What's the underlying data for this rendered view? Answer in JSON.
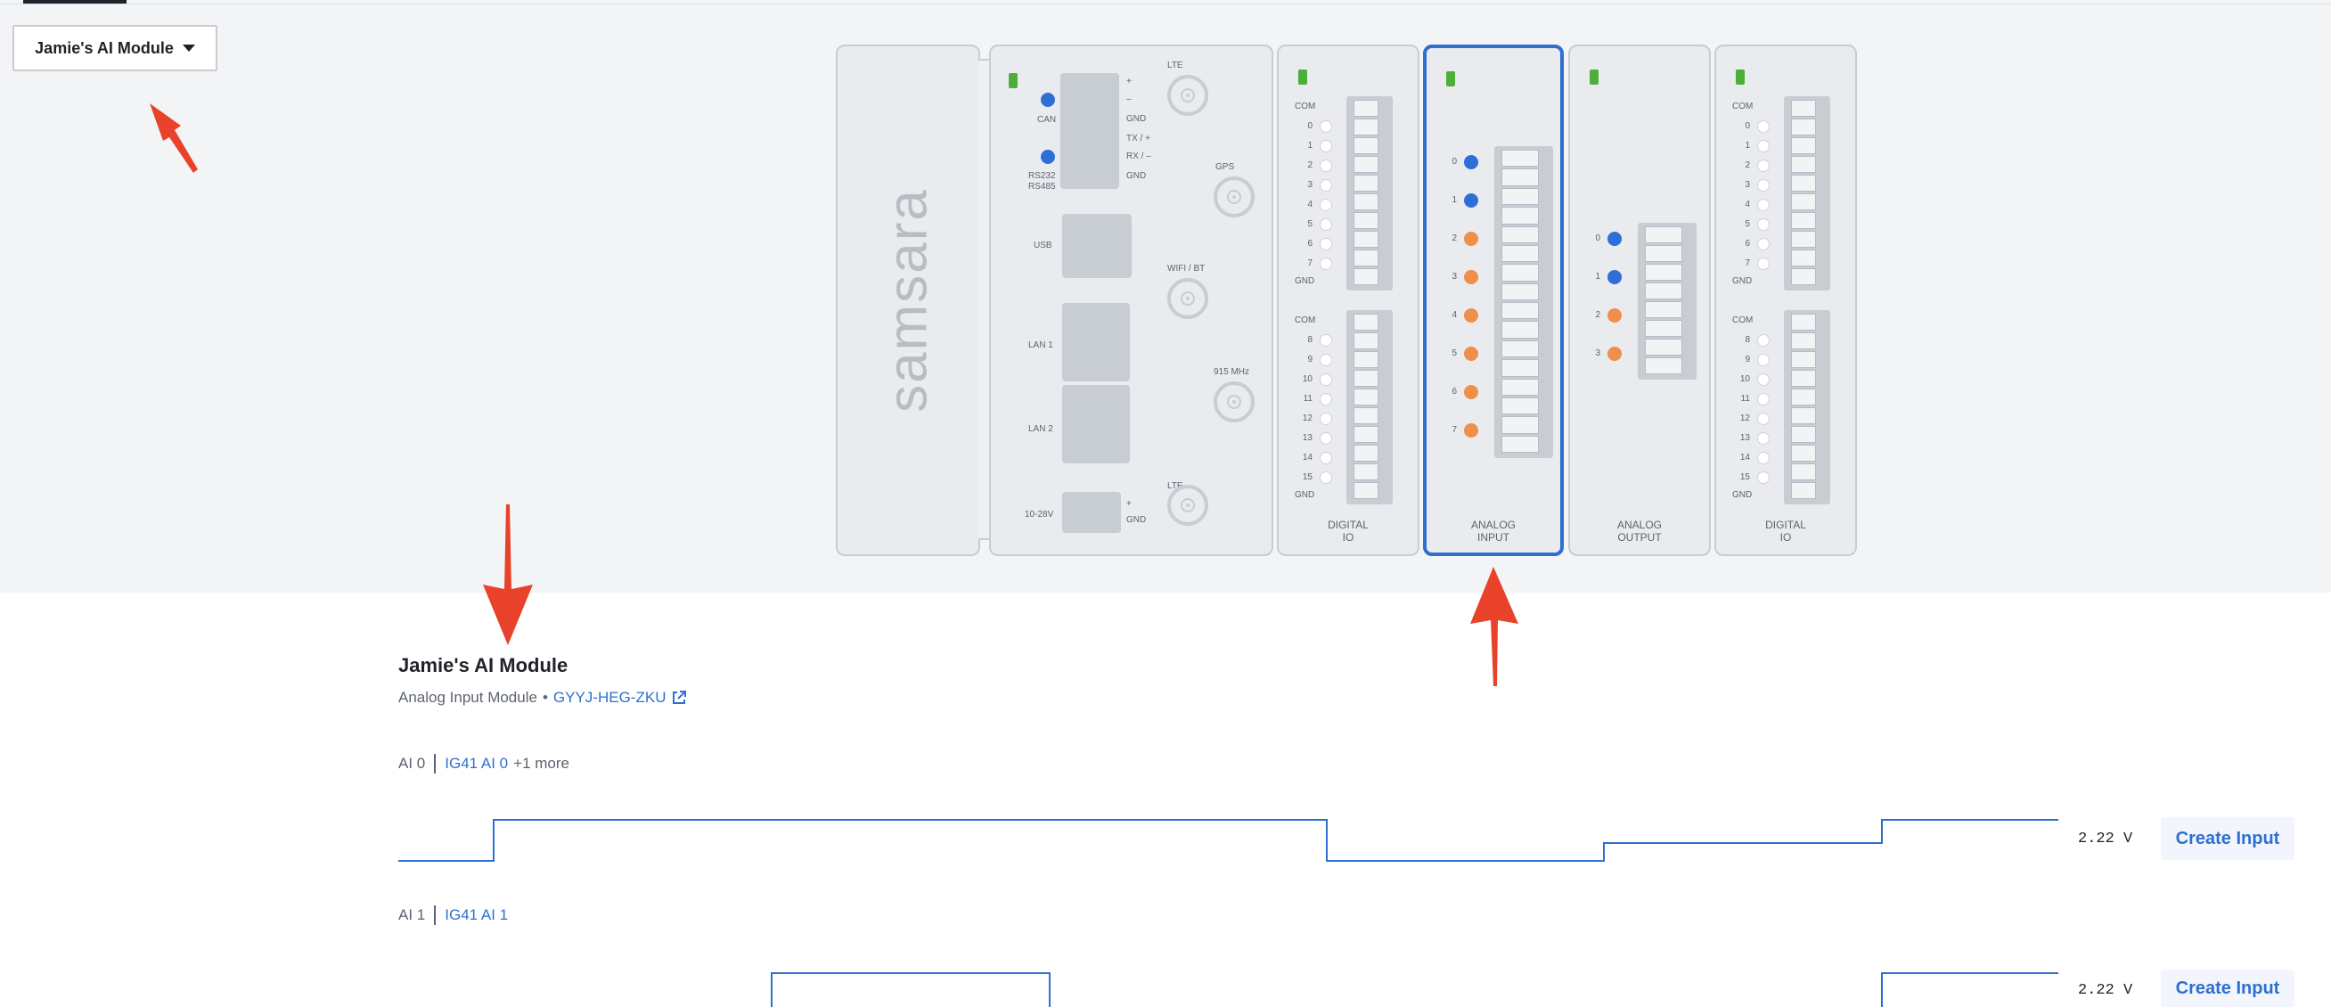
{
  "module_selector": {
    "label": "Jamie's AI Module"
  },
  "device": {
    "brand": "samsara",
    "gateway": {
      "labels": {
        "can": "CAN",
        "rs": "RS232\nRS485",
        "plus": "+",
        "minus": "–",
        "gnd": "GND",
        "tx": "TX / +",
        "rx": "RX / –",
        "usb": "USB",
        "lan1": "LAN 1",
        "lan2": "LAN 2",
        "power": "10-28V",
        "lte_top": "LTE",
        "gps": "GPS",
        "wifi": "WIFI / BT",
        "mhz": "915 MHz",
        "lte_bottom": "LTE"
      }
    },
    "modules": [
      {
        "name": "DIGITAL\nIO",
        "com": "COM",
        "gnd": "GND",
        "upper_pins": [
          "0",
          "1",
          "2",
          "3",
          "4",
          "5",
          "6",
          "7"
        ],
        "lower_pins": [
          "8",
          "9",
          "10",
          "11",
          "12",
          "13",
          "14",
          "15"
        ]
      },
      {
        "name": "ANALOG\nINPUT",
        "selected": true,
        "pins": [
          "0",
          "1",
          "2",
          "3",
          "4",
          "5",
          "6",
          "7"
        ],
        "pin_status": [
          "blue",
          "blue",
          "orange",
          "orange",
          "orange",
          "orange",
          "orange",
          "orange"
        ]
      },
      {
        "name": "ANALOG\nOUTPUT",
        "pins": [
          "0",
          "1",
          "2",
          "3"
        ],
        "pin_status": [
          "blue",
          "blue",
          "orange",
          "orange"
        ]
      },
      {
        "name": "DIGITAL\nIO",
        "com": "COM",
        "gnd": "GND",
        "upper_pins": [
          "0",
          "1",
          "2",
          "3",
          "4",
          "5",
          "6",
          "7"
        ],
        "lower_pins": [
          "8",
          "9",
          "10",
          "11",
          "12",
          "13",
          "14",
          "15"
        ]
      }
    ],
    "colors": {
      "led": "#4caf3a",
      "active": "#2d6fd6",
      "inactive": "#ef8f4a",
      "selected_border": "#2e6fcf"
    }
  },
  "detail": {
    "title": "Jamie's AI Module",
    "type": "Analog Input Module",
    "dot": "•",
    "serial": "GYYJ-HEG-ZKU",
    "channels": [
      {
        "name": "AI 0",
        "link": "IG41 AI 0",
        "more": "+1 more",
        "value": "2.22 V",
        "action": "Create Input"
      },
      {
        "name": "AI 1",
        "link": "IG41 AI 1",
        "more": "",
        "value": "2.22 V",
        "action": "Create Input"
      }
    ]
  },
  "annotation_color": "#e8432a"
}
